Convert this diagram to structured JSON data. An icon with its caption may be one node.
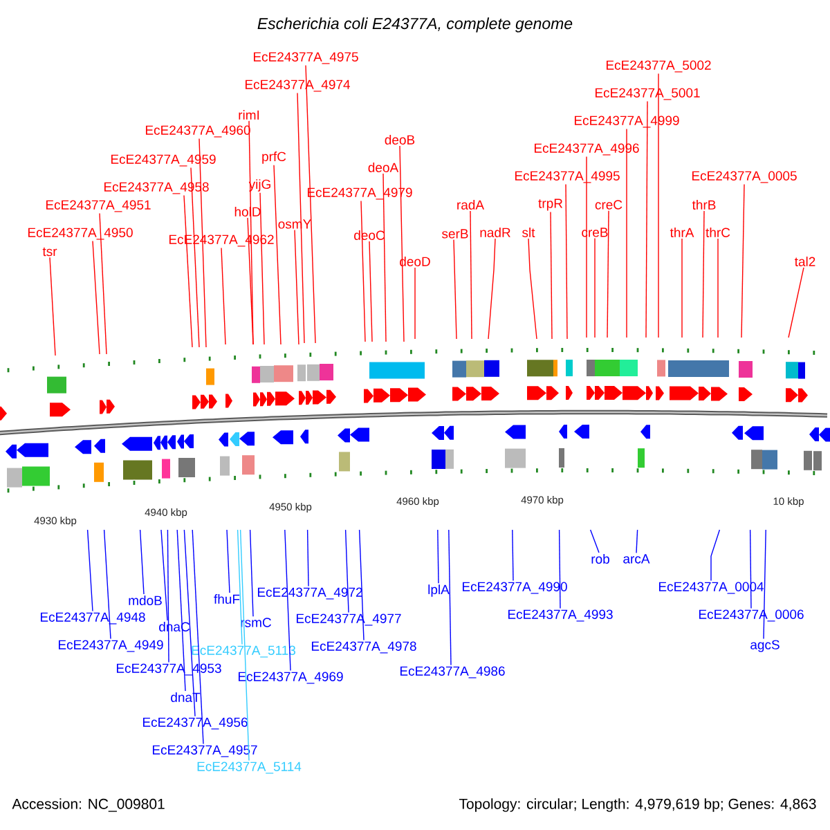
{
  "diagram": {
    "title": "Escherichia coli E24377A, complete genome",
    "nodes": [
      {
        "text": [
          "tsr"
        ]
      },
      {
        "text": [
          "EcE24377A_4950"
        ]
      },
      {
        "text": [
          "EcE24377A_4951"
        ]
      },
      {
        "text": [
          "EcE24377A_4958"
        ]
      },
      {
        "text": [
          "EcE24377A_4959"
        ]
      },
      {
        "text": [
          "EcE24377A_4960"
        ]
      },
      {
        "text": [
          "EcE24377A_4962"
        ]
      },
      {
        "text": [
          "rimI"
        ]
      },
      {
        "text": [
          "holD"
        ]
      },
      {
        "text": [
          "yijG"
        ]
      },
      {
        "text": [
          "prfC"
        ]
      },
      {
        "text": [
          "osmY"
        ]
      },
      {
        "text": [
          "EcE24377A_4974"
        ]
      },
      {
        "text": [
          "EcE24377A_4975"
        ]
      },
      {
        "text": [
          "EcE24377A_4979"
        ]
      },
      {
        "text": [
          "deoC"
        ]
      },
      {
        "text": [
          "deoA"
        ]
      },
      {
        "text": [
          "deoB"
        ]
      },
      {
        "text": [
          "deoD"
        ]
      },
      {
        "text": [
          "serB"
        ]
      },
      {
        "text": [
          "radA"
        ]
      },
      {
        "text": [
          "nadR"
        ]
      },
      {
        "text": [
          "slt"
        ]
      },
      {
        "text": [
          "trpR"
        ]
      },
      {
        "text": [
          "EcE24377A_4995"
        ]
      },
      {
        "text": [
          "EcE24377A_4996"
        ]
      },
      {
        "text": [
          "creB"
        ]
      },
      {
        "text": [
          "creC"
        ]
      },
      {
        "text": [
          "EcE24377A_4999"
        ]
      },
      {
        "text": [
          "EcE24377A_5001"
        ]
      },
      {
        "text": [
          "EcE24377A_5002"
        ]
      },
      {
        "text": [
          "thrA"
        ]
      },
      {
        "text": [
          "thrB"
        ]
      },
      {
        "text": [
          "thrC"
        ]
      },
      {
        "text": [
          "EcE24377A_0005"
        ]
      },
      {
        "text": [
          "tal2"
        ]
      },
      {
        "text": [
          "EcE24377A_4948"
        ]
      },
      {
        "text": [
          "EcE24377A_4949"
        ]
      },
      {
        "text": [
          "mdoB"
        ]
      },
      {
        "text": [
          "dnaC"
        ]
      },
      {
        "text": [
          "EcE24377A_4953"
        ]
      },
      {
        "text": [
          "dnaT"
        ]
      },
      {
        "text": [
          "EcE24377A_4956"
        ]
      },
      {
        "text": [
          "EcE24377A_4957"
        ]
      },
      {
        "text": [
          "fhuF"
        ]
      },
      {
        "text": [
          "EcE24377A_5113"
        ]
      },
      {
        "text": [
          "EcE24377A_5114"
        ]
      },
      {
        "text": [
          "rsmC"
        ]
      },
      {
        "text": [
          "EcE24377A_4972"
        ]
      },
      {
        "text": [
          "EcE24377A_4969"
        ]
      },
      {
        "text": [
          "EcE24377A_4977"
        ]
      },
      {
        "text": [
          "EcE24377A_4978"
        ]
      },
      {
        "text": [
          "lplA"
        ]
      },
      {
        "text": [
          "EcE24377A_4986"
        ]
      },
      {
        "text": [
          "EcE24377A_4990"
        ]
      },
      {
        "text": [
          "EcE24377A_4993"
        ]
      },
      {
        "text": [
          "rob"
        ]
      },
      {
        "text": [
          "arcA"
        ]
      },
      {
        "text": [
          "EcE24377A_0004"
        ]
      },
      {
        "text": [
          "EcE24377A_0006"
        ]
      },
      {
        "text": [
          "agcS"
        ]
      }
    ],
    "edges": [
      {
        "from": 0,
        "to": null,
        "arrow": "none"
      },
      {
        "from": 1,
        "to": null,
        "arrow": "none"
      },
      {
        "from": 2,
        "to": null,
        "arrow": "none"
      },
      {
        "from": 3,
        "to": null,
        "arrow": "none"
      },
      {
        "from": 4,
        "to": null,
        "arrow": "none"
      },
      {
        "from": 5,
        "to": null,
        "arrow": "none"
      },
      {
        "from": 6,
        "to": null,
        "arrow": "none"
      },
      {
        "from": 7,
        "to": null,
        "arrow": "none"
      },
      {
        "from": 8,
        "to": null,
        "arrow": "none"
      },
      {
        "from": 9,
        "to": null,
        "arrow": "none"
      },
      {
        "from": 10,
        "to": null,
        "arrow": "none"
      },
      {
        "from": 11,
        "to": null,
        "arrow": "none"
      },
      {
        "from": 12,
        "to": null,
        "arrow": "none"
      },
      {
        "from": 13,
        "to": null,
        "arrow": "none"
      },
      {
        "from": 14,
        "to": null,
        "arrow": "none"
      },
      {
        "from": 15,
        "to": null,
        "arrow": "none"
      },
      {
        "from": 16,
        "to": null,
        "arrow": "none"
      },
      {
        "from": 17,
        "to": null,
        "arrow": "none"
      },
      {
        "from": 18,
        "to": null,
        "arrow": "none"
      },
      {
        "from": 19,
        "to": null,
        "arrow": "none"
      },
      {
        "from": 20,
        "to": null,
        "arrow": "none"
      },
      {
        "from": 21,
        "to": null,
        "arrow": "none"
      },
      {
        "from": 22,
        "to": null,
        "arrow": "none"
      },
      {
        "from": 23,
        "to": null,
        "arrow": "none"
      },
      {
        "from": 24,
        "to": null,
        "arrow": "none"
      },
      {
        "from": 25,
        "to": null,
        "arrow": "none"
      },
      {
        "from": 26,
        "to": null,
        "arrow": "none"
      },
      {
        "from": 27,
        "to": null,
        "arrow": "none"
      },
      {
        "from": 28,
        "to": null,
        "arrow": "none"
      },
      {
        "from": 29,
        "to": null,
        "arrow": "none"
      },
      {
        "from": 30,
        "to": null,
        "arrow": "none"
      },
      {
        "from": 31,
        "to": null,
        "arrow": "none"
      },
      {
        "from": 32,
        "to": null,
        "arrow": "none"
      },
      {
        "from": 33,
        "to": null,
        "arrow": "none"
      },
      {
        "from": 34,
        "to": null,
        "arrow": "none"
      },
      {
        "from": 35,
        "to": null,
        "arrow": "none"
      },
      {
        "from": 36,
        "to": null,
        "arrow": "none",
        "color": "#0000ff"
      },
      {
        "from": 37,
        "to": null,
        "arrow": "none",
        "color": "#0000ff"
      },
      {
        "from": 38,
        "to": null,
        "arrow": "none",
        "color": "#0000ff"
      },
      {
        "from": 39,
        "to": null,
        "arrow": "none",
        "color": "#0000ff"
      },
      {
        "from": 40,
        "to": null,
        "arrow": "none",
        "color": "#0000ff"
      },
      {
        "from": 41,
        "to": null,
        "arrow": "none",
        "color": "#0000ff"
      },
      {
        "from": 42,
        "to": null,
        "arrow": "none",
        "color": "#0000ff"
      },
      {
        "from": 43,
        "to": null,
        "arrow": "none",
        "color": "#0000ff"
      },
      {
        "from": 44,
        "to": null,
        "arrow": "none",
        "color": "#0000ff"
      },
      {
        "from": 45,
        "to": null,
        "arrow": "none",
        "color": "#33ccff"
      },
      {
        "from": 46,
        "to": null,
        "arrow": "none",
        "color": "#33ccff"
      },
      {
        "from": 47,
        "to": null,
        "arrow": "none",
        "color": "#0000ff"
      },
      {
        "from": 48,
        "to": null,
        "arrow": "none",
        "color": "#0000ff"
      },
      {
        "from": 49,
        "to": null,
        "arrow": "none",
        "color": "#0000ff"
      },
      {
        "from": 50,
        "to": null,
        "arrow": "none",
        "color": "#0000ff"
      },
      {
        "from": 51,
        "to": null,
        "arrow": "none",
        "color": "#0000ff"
      },
      {
        "from": 52,
        "to": null,
        "arrow": "none",
        "color": "#0000ff"
      },
      {
        "from": 53,
        "to": null,
        "arrow": "none",
        "color": "#0000ff"
      },
      {
        "from": 54,
        "to": null,
        "arrow": "none",
        "color": "#0000ff"
      },
      {
        "from": 55,
        "to": null,
        "arrow": "none",
        "color": "#0000ff"
      },
      {
        "from": 56,
        "to": null,
        "arrow": "none",
        "color": "#0000ff"
      },
      {
        "from": 57,
        "to": null,
        "arrow": "none",
        "color": "#0000ff"
      },
      {
        "from": 58,
        "to": null,
        "arrow": "none",
        "color": "#0000ff"
      },
      {
        "from": 59,
        "to": null,
        "arrow": "none",
        "color": "#0000ff"
      },
      {
        "from": 60,
        "to": null,
        "arrow": "none",
        "color": "#0000ff"
      }
    ],
    "labels": [
      "4930 kbp",
      "4940 kbp",
      "4950 kbp",
      "4960 kbp",
      "4970 kbp",
      "10 kbp",
      "Accession: NC_009801",
      "Topology: circular; Length: 4,979,619 bp; Genes: 4,863"
    ]
  }
}
